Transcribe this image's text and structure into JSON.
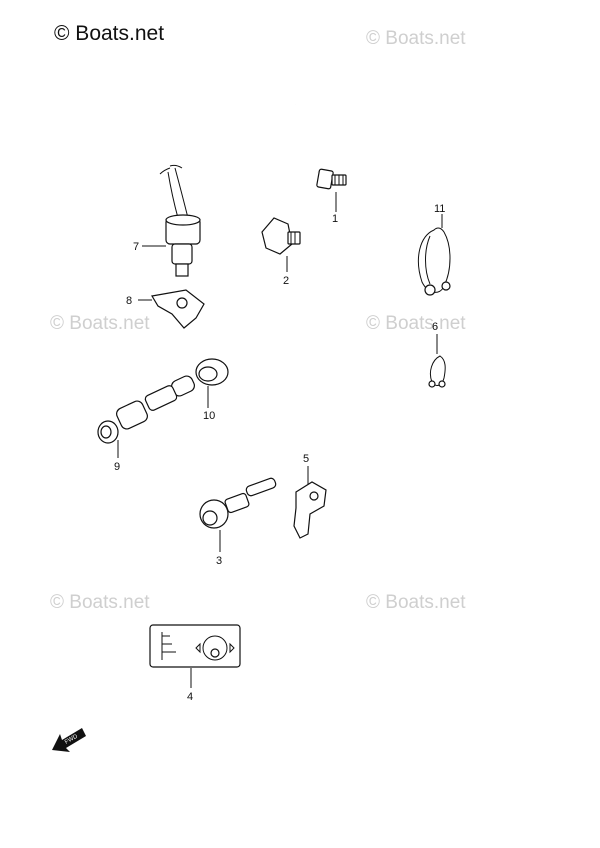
{
  "brand_watermark": "© Boats.net",
  "watermarks": [
    "© Boats.net",
    "© Boats.net",
    "© Boats.net",
    "© Boats.net",
    "© Boats.net"
  ],
  "callouts": {
    "p1": "1",
    "p2": "2",
    "p3": "3",
    "p4": "4",
    "p5": "5",
    "p6": "6",
    "p7": "7",
    "p8": "8",
    "p9": "9",
    "p10": "10",
    "p11": "11"
  },
  "fwd_label": "FWD"
}
